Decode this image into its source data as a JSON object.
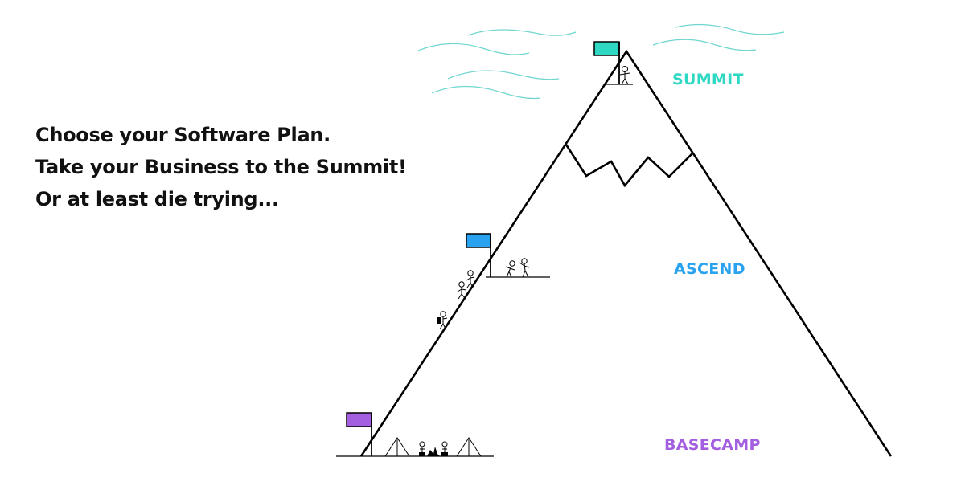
{
  "headline": {
    "lines": [
      "Choose your Software Plan.",
      "Take your Business to the Summit!",
      "Or at least die trying..."
    ]
  },
  "stages": {
    "summit": {
      "label": "SUMMIT",
      "color": "#2ed8c3"
    },
    "ascend": {
      "label": "ASCEND",
      "color": "#29a3f0"
    },
    "basecamp": {
      "label": "BASECAMP",
      "color": "#a45ee0"
    }
  },
  "colors": {
    "line": "#000000",
    "wind": "#6fd6cf",
    "flag_stroke": "#000000"
  },
  "icons": {
    "flag": "flag-icon",
    "climber": "stick-figure-icon",
    "tent": "tent-icon",
    "wind": "wind-line-icon"
  }
}
